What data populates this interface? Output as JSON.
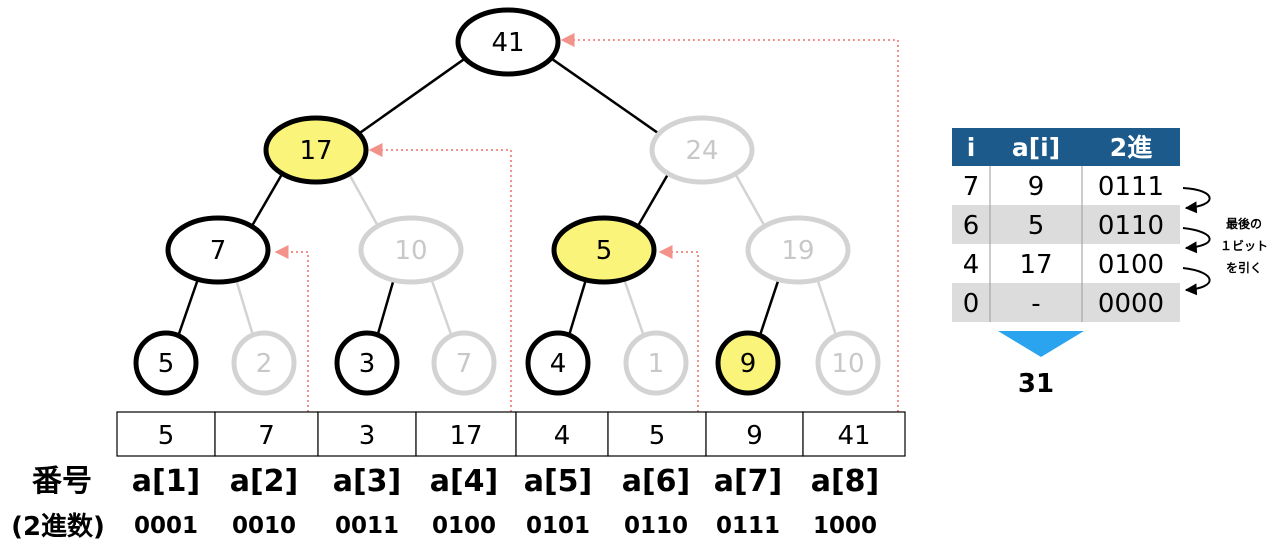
{
  "colors": {
    "active_stroke": "#000000",
    "inactive_stroke": "#d3d3d3",
    "highlight_fill": "#faf47a",
    "normal_fill": "#ffffff",
    "inactive_text": "#c8c8c8",
    "dotted_arrow": "#f2928a",
    "table_header": "#1b5a8a",
    "table_stripe": "#dcdcdc",
    "down_arrow": "#2aa4ee"
  },
  "tree": {
    "nodes": [
      {
        "id": "n41",
        "value": "41",
        "state": "active"
      },
      {
        "id": "n17",
        "value": "17",
        "state": "highlight"
      },
      {
        "id": "n24",
        "value": "24",
        "state": "inactive"
      },
      {
        "id": "n7",
        "value": "7",
        "state": "active"
      },
      {
        "id": "n10a",
        "value": "10",
        "state": "inactive"
      },
      {
        "id": "n5m",
        "value": "5",
        "state": "highlight"
      },
      {
        "id": "n19",
        "value": "19",
        "state": "inactive"
      },
      {
        "id": "l5",
        "value": "5",
        "state": "active"
      },
      {
        "id": "l2",
        "value": "2",
        "state": "inactive"
      },
      {
        "id": "l3",
        "value": "3",
        "state": "active"
      },
      {
        "id": "l7",
        "value": "7",
        "state": "inactive"
      },
      {
        "id": "l4",
        "value": "4",
        "state": "active"
      },
      {
        "id": "l1",
        "value": "1",
        "state": "inactive"
      },
      {
        "id": "l9",
        "value": "9",
        "state": "highlight"
      },
      {
        "id": "l10",
        "value": "10",
        "state": "inactive"
      }
    ],
    "edges": [
      {
        "from": "n41",
        "to": "n17",
        "state": "active"
      },
      {
        "from": "n41",
        "to": "n24",
        "state": "active"
      },
      {
        "from": "n17",
        "to": "n7",
        "state": "active"
      },
      {
        "from": "n17",
        "to": "n10a",
        "state": "inactive"
      },
      {
        "from": "n24",
        "to": "n5m",
        "state": "active"
      },
      {
        "from": "n24",
        "to": "n19",
        "state": "inactive"
      },
      {
        "from": "n7",
        "to": "l5",
        "state": "active"
      },
      {
        "from": "n7",
        "to": "l2",
        "state": "inactive"
      },
      {
        "from": "n10a",
        "to": "l3",
        "state": "active"
      },
      {
        "from": "n10a",
        "to": "l7",
        "state": "inactive"
      },
      {
        "from": "n5m",
        "to": "l4",
        "state": "active"
      },
      {
        "from": "n5m",
        "to": "l1",
        "state": "inactive"
      },
      {
        "from": "n19",
        "to": "l9",
        "state": "active"
      },
      {
        "from": "n19",
        "to": "l10",
        "state": "inactive"
      }
    ]
  },
  "array": {
    "values": [
      "5",
      "7",
      "3",
      "17",
      "4",
      "5",
      "9",
      "41"
    ],
    "row_label": "番号",
    "names": [
      "a[1]",
      "a[2]",
      "a[3]",
      "a[4]",
      "a[5]",
      "a[6]",
      "a[7]",
      "a[8]"
    ],
    "binary_label": "(2進数)",
    "binaries": [
      "0001",
      "0010",
      "0011",
      "0100",
      "0101",
      "0110",
      "0111",
      "1000"
    ]
  },
  "table": {
    "headers": [
      "i",
      "a[i]",
      "2進"
    ],
    "rows": [
      {
        "i": "7",
        "a": "9",
        "bin": "0111"
      },
      {
        "i": "6",
        "a": "5",
        "bin": "0110"
      },
      {
        "i": "4",
        "a": "17",
        "bin": "0100"
      },
      {
        "i": "0",
        "a": "-",
        "bin": "0000"
      }
    ],
    "note_lines": [
      "最後の",
      "１ビット",
      "を引く"
    ],
    "result": "31"
  }
}
